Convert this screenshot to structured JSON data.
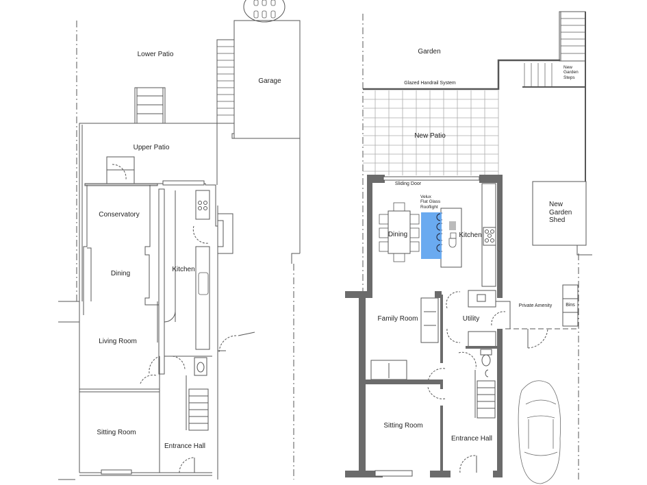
{
  "plans": {
    "existing": {
      "rooms": {
        "lower_patio": "Lower Patio",
        "garage": "Garage",
        "upper_patio": "Upper Patio",
        "conservatory": "Conservatory",
        "dining": "Dining",
        "kitchen": "Kitchen",
        "living_room": "Living Room",
        "sitting_room": "Sitting Room",
        "entrance_hall": "Entrance Hall"
      }
    },
    "proposed": {
      "rooms": {
        "garden": "Garden",
        "new_patio": "New Patio",
        "new_garden_shed_1": "New",
        "new_garden_shed_2": "Garden",
        "new_garden_shed_3": "Shed",
        "dining": "Dining",
        "kitchen": "Kitchen",
        "family_room": "Family Room",
        "utility": "Utility",
        "sitting_room": "Sitting Room",
        "entrance_hall": "Entrance Hall"
      },
      "annotations": {
        "glazed_handrail": "Glazed Handrail System",
        "new_garden_steps_1": "New",
        "new_garden_steps_2": "Garden",
        "new_garden_steps_3": "Steps",
        "sliding_door": "Sliding Door",
        "velux_1": "Velux",
        "velux_2": "Flat Glass",
        "velux_3": "Rooflight",
        "private_amenity": "Private Amenity",
        "bins": "Bins"
      },
      "colors": {
        "rooflight": "#6aaaf0",
        "new_walls": "#6b6b6b"
      }
    }
  }
}
